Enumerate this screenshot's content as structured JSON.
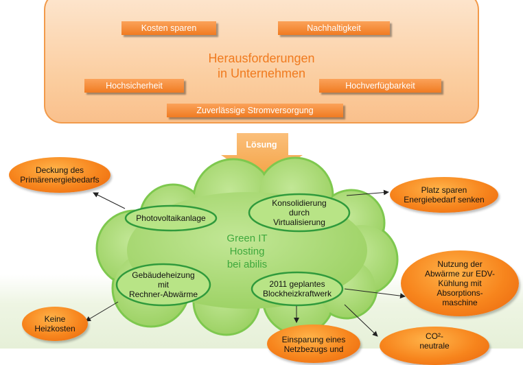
{
  "challenges": {
    "title": "Herausforderungen\nin Unternehmen",
    "items": {
      "cost": "Kosten sparen",
      "sustainability": "Nachhaltigkeit",
      "security": "Hochsicherheit",
      "availability": "Hochverfügbarkeit",
      "power": "Zuverlässige Stromversorgung"
    }
  },
  "solution_arrow": {
    "label": "Lösung"
  },
  "cloud": {
    "title": "Green IT\nHosting\nbei abilis",
    "measures": {
      "pv": "Photovoltaikanlage",
      "consolidation": "Konsolidierung\ndurch\nVirtualisierung",
      "heating": "Gebäudeheizung\nmit\nRechner-Abwärme",
      "chp": "2011 geplantes\nBlockheizkraftwerk"
    }
  },
  "outcomes": {
    "primary_energy": "Deckung des\nPrimärenergiebedarfs",
    "space": "Platz sparen\nEnergiebedarf senken",
    "waste_heat": "Nutzung der\nAbwärme zur EDV-\nKühlung mit\nAbsorptions-\nmaschine",
    "heating_costs": "Keine\nHeizkosten",
    "savings": "Einsparung eines\nNetzbezugs und",
    "co2": "CO²-\nneutrale"
  },
  "colors": {
    "orange": "#f07b22",
    "panel_border": "#f29a4a",
    "cloud_fill": "#a4d66a",
    "cloud_outline": "#7ec84e",
    "inner_border": "#2f9a3c",
    "title_green": "#3ea83c"
  }
}
